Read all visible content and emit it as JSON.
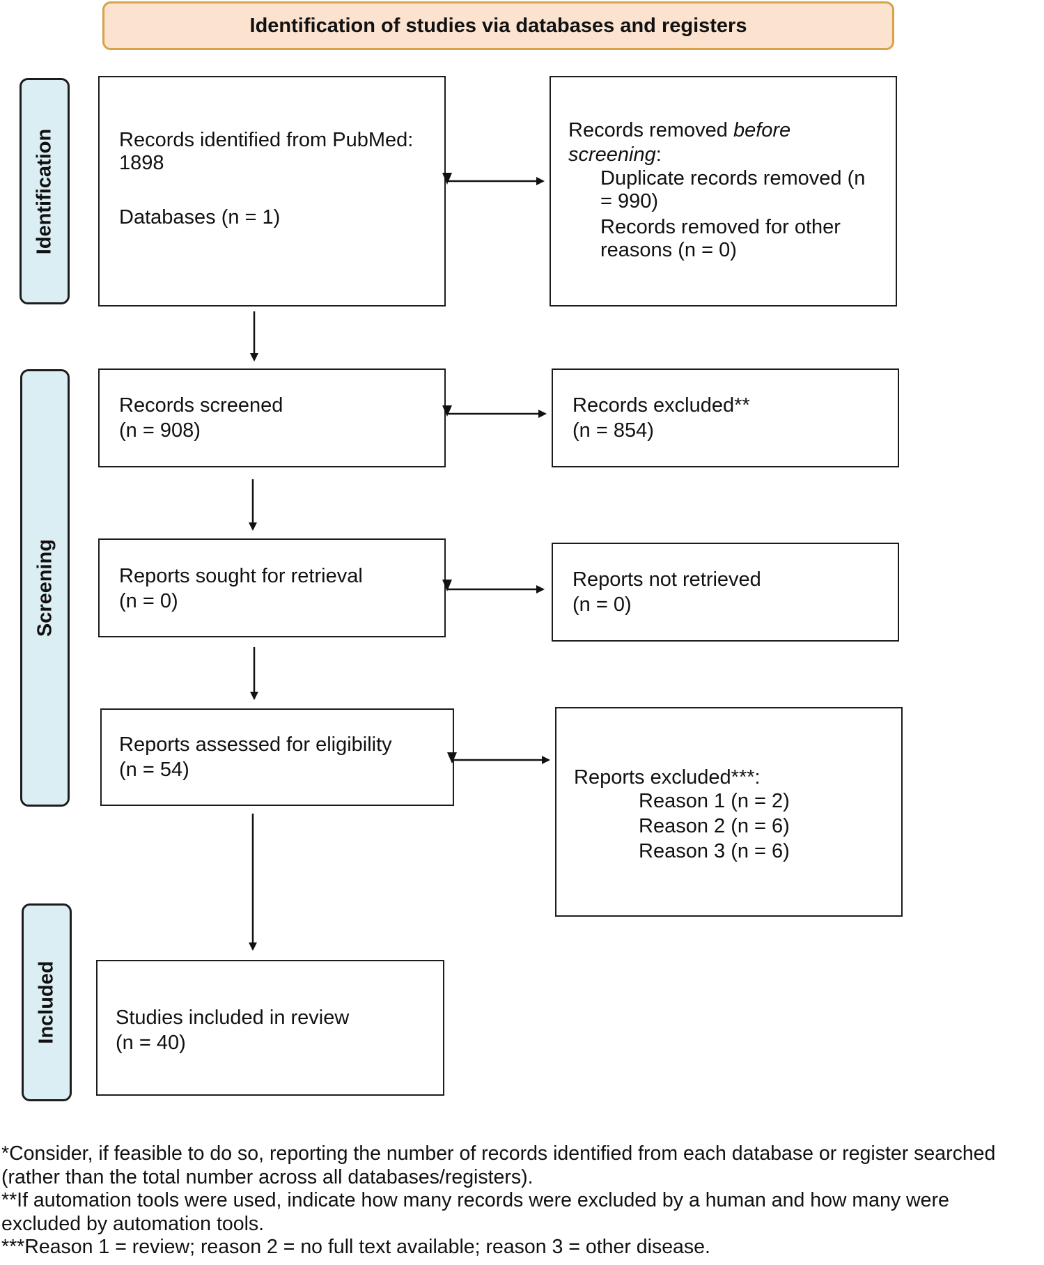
{
  "header": "Identification of studies via databases and registers",
  "phases": {
    "identification": "Identification",
    "screening": "Screening",
    "included": "Included"
  },
  "boxes": {
    "identified": {
      "line1": "Records identified from PubMed:",
      "line2": "1898",
      "line3": "Databases (n = 1)"
    },
    "removed": {
      "line1_a": "Records removed ",
      "line1_b": "before",
      "line2_a": "screening",
      "line2_b": ":",
      "line3": "Duplicate records removed (n",
      "line4": "= 990)",
      "line5": "Records removed for other",
      "line6": "reasons (n = 0)"
    },
    "screened": {
      "line1": "Records screened",
      "line2": "(n = 908)"
    },
    "excluded": {
      "line1": "Records excluded**",
      "line2": "(n = 854)"
    },
    "sought": {
      "line1": "Reports sought for retrieval",
      "line2": "(n = 0)"
    },
    "not_retrieved": {
      "line1": "Reports not retrieved",
      "line2": "(n = 0)"
    },
    "assessed": {
      "line1": "Reports assessed for eligibility",
      "line2": "(n = 54)"
    },
    "reports_excluded": {
      "line1": "Reports excluded***:",
      "reason1": "Reason 1 (n = 2)",
      "reason2": "Reason 2 (n = 6)",
      "reason3": "Reason 3 (n = 6)"
    },
    "included": {
      "line1": "Studies included in review",
      "line2": "(n = 40)"
    }
  },
  "footnotes": [
    "*Consider, if feasible to do so, reporting the number of records identified from each database or register searched",
    "(rather than the total number across all databases/registers).",
    "**If automation tools were used, indicate how many records were excluded by a human and how many were",
    "excluded by automation tools.",
    "***Reason 1 = review; reason 2 = no full text available; reason 3 = other disease."
  ]
}
